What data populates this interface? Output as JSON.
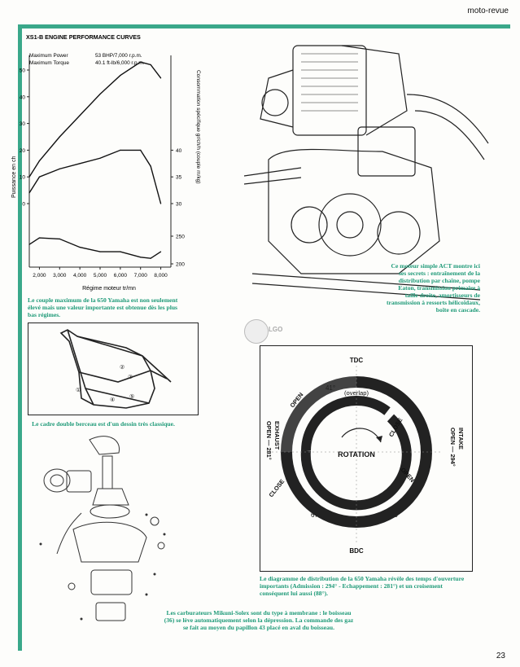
{
  "header": "moto-revue",
  "page_number": "23",
  "accent_color": "#3aa88a",
  "chart": {
    "title": "XS1-B ENGINE PERFORMANCE CURVES",
    "max_power_label": "Maximum Power",
    "max_power_value": "53 BHP/7,000 r.p.m.",
    "max_torque_label": "Maximum Torque",
    "max_torque_value": "40.1 ft-lb/6,000 r.p.m.",
    "ylabel_left": "Puissance en ch",
    "ylabel_right": "Consommation spécifique gr/ch/h (couple m/kg)",
    "xlabel": "Régime moteur tr/mn"
  },
  "chart_data": {
    "type": "line",
    "x_ticks": [
      "2,000",
      "3,000",
      "4,000",
      "5,000",
      "6,000",
      "7,000",
      "8,000"
    ],
    "left_ticks": [
      "50",
      "40",
      "30",
      "20",
      "10",
      "0"
    ],
    "right_ticks": [
      "40",
      "35",
      "30",
      "250",
      "200"
    ],
    "xlim": [
      1500,
      8500
    ],
    "series": [
      {
        "unit": "ch",
        "x": [
          1500,
          2000,
          3000,
          4000,
          5000,
          6000,
          7000,
          7500,
          8000
        ],
        "y": [
          10,
          16,
          25,
          33,
          41,
          48,
          53,
          52,
          47
        ]
      },
      {
        "unit": "m/kg",
        "x": [
          1500,
          2000,
          3000,
          4000,
          5000,
          6000,
          7000,
          7500,
          8000
        ],
        "y": [
          32,
          35,
          36.5,
          37.5,
          38.5,
          40,
          40,
          37,
          30
        ]
      },
      {
        "unit": "gr/ch/h",
        "x": [
          1500,
          2000,
          3000,
          4000,
          5000,
          6000,
          7000,
          7500,
          8000
        ],
        "y": [
          235,
          247,
          245,
          230,
          222,
          222,
          212,
          210,
          222
        ]
      }
    ]
  },
  "captions": {
    "torque": "Le couple maximum de la 650 Yamaha est non seulement élevé mais une valeur importante est obtenue dès les plus bas régimes.",
    "frame": "Le cadre double berceau est d'un dessin très classique.",
    "engine": "Ce moteur simple ACT montre ici ses secrets : entraînement de la distribution par chaîne, pompe Eaton, transmission primaire à taille droite, amortisseurs de transmission à ressorts hélicoïdaux, boîte en cascade.",
    "timing": "Le diagramme de distribution de la 650 Yamaha révèle des temps d'ouverture importants (Admission : 294° - Echappement : 281°) et un croisement conséquent lui aussi (88°).",
    "carb": "Les carburateurs Mikuni-Solex sont du type à membrane : le boisseau (36) se lève automatiquement selon la dépression. La commande des gaz se fait au moyen du papillon 43 placé en aval du boisseau."
  },
  "timing": {
    "tdc": "TDC",
    "bdc": "BDC",
    "overlap": "(overlap)",
    "deg_41_left": "41°",
    "deg_41_right": "41°",
    "deg_67": "67°",
    "deg_60": "60°",
    "rotation": "ROTATION",
    "exhaust_open_label": "OPEN",
    "exhaust_close_label": "CLOSE",
    "intake_open_label": "OPEN",
    "intake_close_label": "CLOSE",
    "intake_side": "INTAKE",
    "intake_side_2": "OPEN — 294°",
    "exhaust_side": "EXHAUST",
    "exhaust_side_2": "OPEN — 281°"
  },
  "frame_labels": [
    "①",
    "②",
    "③",
    "④",
    "⑤"
  ],
  "logo_text": "LGO"
}
